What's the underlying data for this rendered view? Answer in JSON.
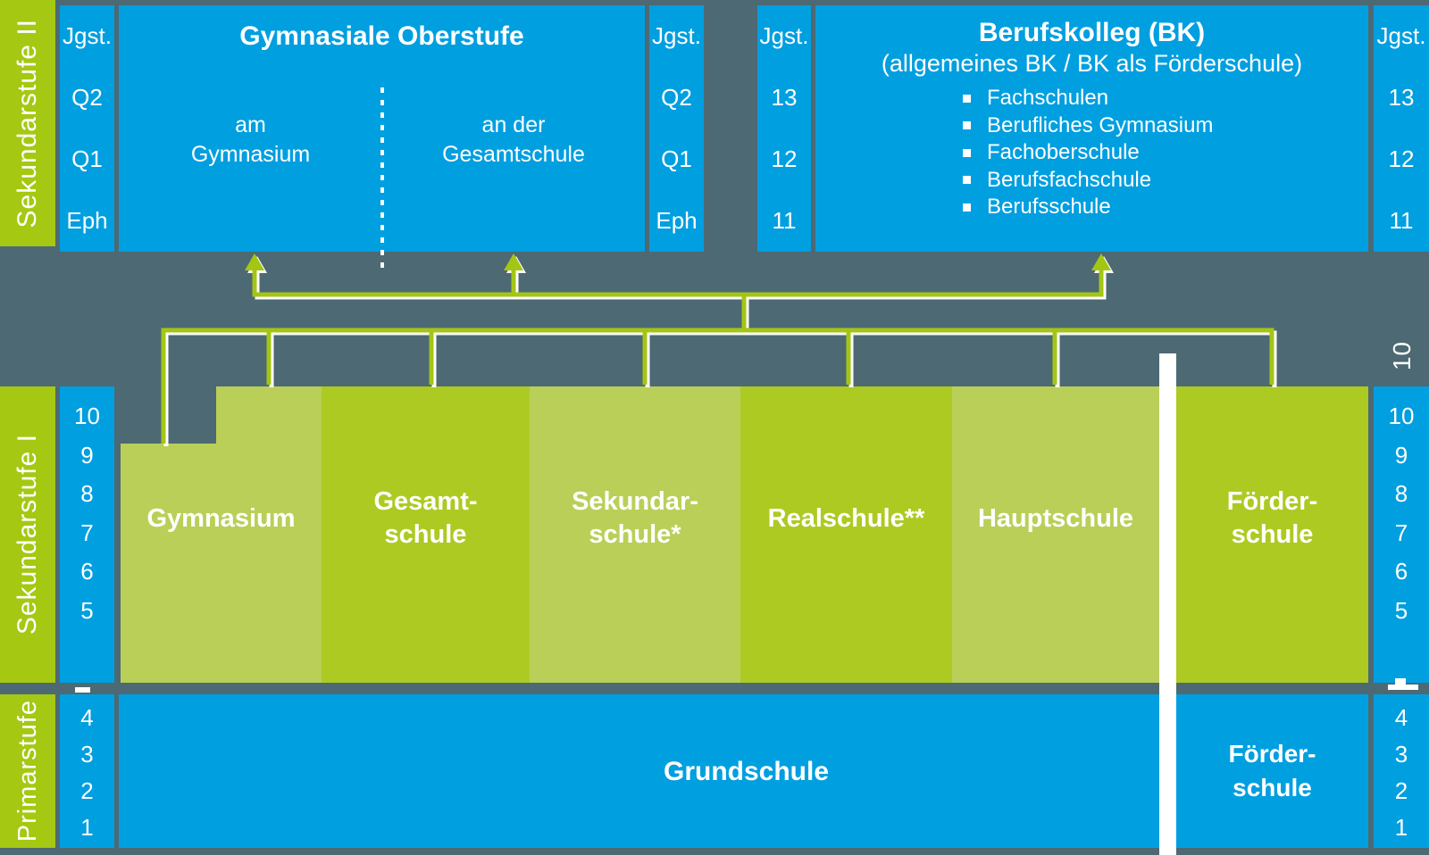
{
  "colors": {
    "background": "#4d6973",
    "blue": "#009fe0",
    "sidebar_green": "#a5c813",
    "box_green_light": "#b9cf58",
    "box_green_dark": "#adca22",
    "connector_green": "#a3c614",
    "text": "#ffffff"
  },
  "sidebar": {
    "sek2": "Sekundarstufe II",
    "sek1": "Sekundarstufe I",
    "primar": "Primarstufe"
  },
  "jgst": {
    "header": "Jgst.",
    "oberstufe": [
      "Q2",
      "Q1",
      "Eph"
    ],
    "bk": [
      "13",
      "12",
      "11"
    ],
    "sek1": [
      "10",
      "9",
      "8",
      "7",
      "6",
      "5"
    ],
    "primar": [
      "4",
      "3",
      "2",
      "1"
    ]
  },
  "oberstufe": {
    "title": "Gymnasiale Oberstufe",
    "am_l1": "am",
    "am_l2": "Gymnasium",
    "an_l1": "an der",
    "an_l2": "Gesamtschule"
  },
  "bk": {
    "title": "Berufskolleg (BK)",
    "subtitle": "(allgemeines BK / BK als Förderschule)",
    "items": [
      "Fachschulen",
      "Berufliches Gymnasium",
      "Fachoberschule",
      "Berufsfachschule",
      "Berufsschule"
    ]
  },
  "schools": [
    {
      "l1": "Gymnasium",
      "l2": ""
    },
    {
      "l1": "Gesamt-",
      "l2": "schule"
    },
    {
      "l1": "Sekundar-",
      "l2": "schule*"
    },
    {
      "l1": "Realschule**",
      "l2": ""
    },
    {
      "l1": "Hauptschule",
      "l2": ""
    },
    {
      "l1": "Förder-",
      "l2": "schule"
    }
  ],
  "primar": {
    "grundschule": "Grundschule",
    "foerder_l1": "Förder-",
    "foerder_l2": "schule"
  },
  "floating_grade": "10"
}
